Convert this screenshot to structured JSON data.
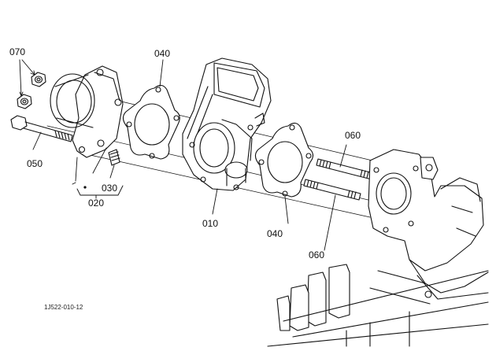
{
  "diagram": {
    "drawing_code": "1J522-010-12",
    "callouts": [
      {
        "id": "c-070",
        "text": "070"
      },
      {
        "id": "c-040-top",
        "text": "040"
      },
      {
        "id": "c-060-top",
        "text": "060"
      },
      {
        "id": "c-050",
        "text": "050"
      },
      {
        "id": "c-030",
        "text": "030"
      },
      {
        "id": "c-020",
        "text": "020"
      },
      {
        "id": "c-010",
        "text": "010"
      },
      {
        "id": "c-040-bottom",
        "text": "040"
      },
      {
        "id": "c-060-bottom",
        "text": "060"
      }
    ]
  },
  "colors": {
    "line": "#111111",
    "background": "#ffffff"
  }
}
